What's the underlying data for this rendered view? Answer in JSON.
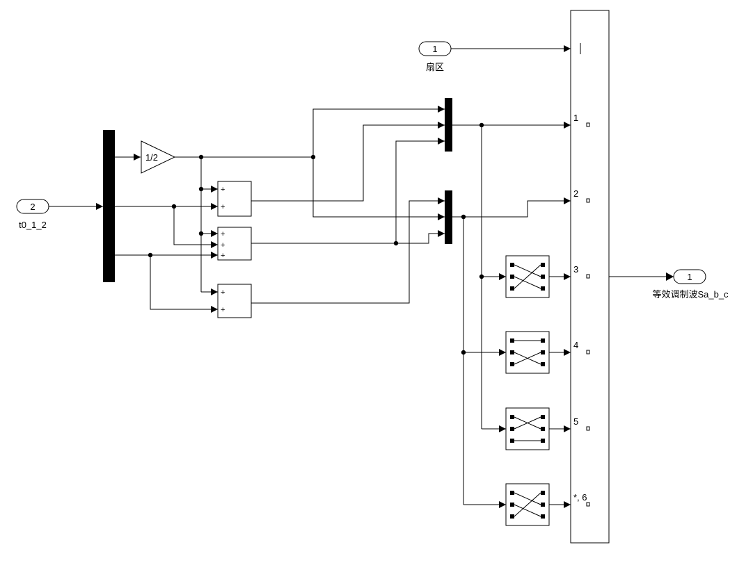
{
  "inports": [
    {
      "id": "inport-sector",
      "number": "1",
      "name": "扇区"
    },
    {
      "id": "inport-t012",
      "number": "2",
      "name": "t0_1_2"
    }
  ],
  "outport": {
    "number": "1",
    "name": "等效调制波Sa_b_c"
  },
  "gain": {
    "label": "1/2"
  },
  "sum_blocks": [
    {
      "signs": [
        "+",
        "+"
      ]
    },
    {
      "signs": [
        "+",
        "+",
        "+"
      ]
    },
    {
      "signs": [
        "+",
        "+"
      ]
    }
  ],
  "switch_case": {
    "port_labels": [
      "1",
      "2",
      "3",
      "4",
      "5",
      "*, 6"
    ]
  }
}
